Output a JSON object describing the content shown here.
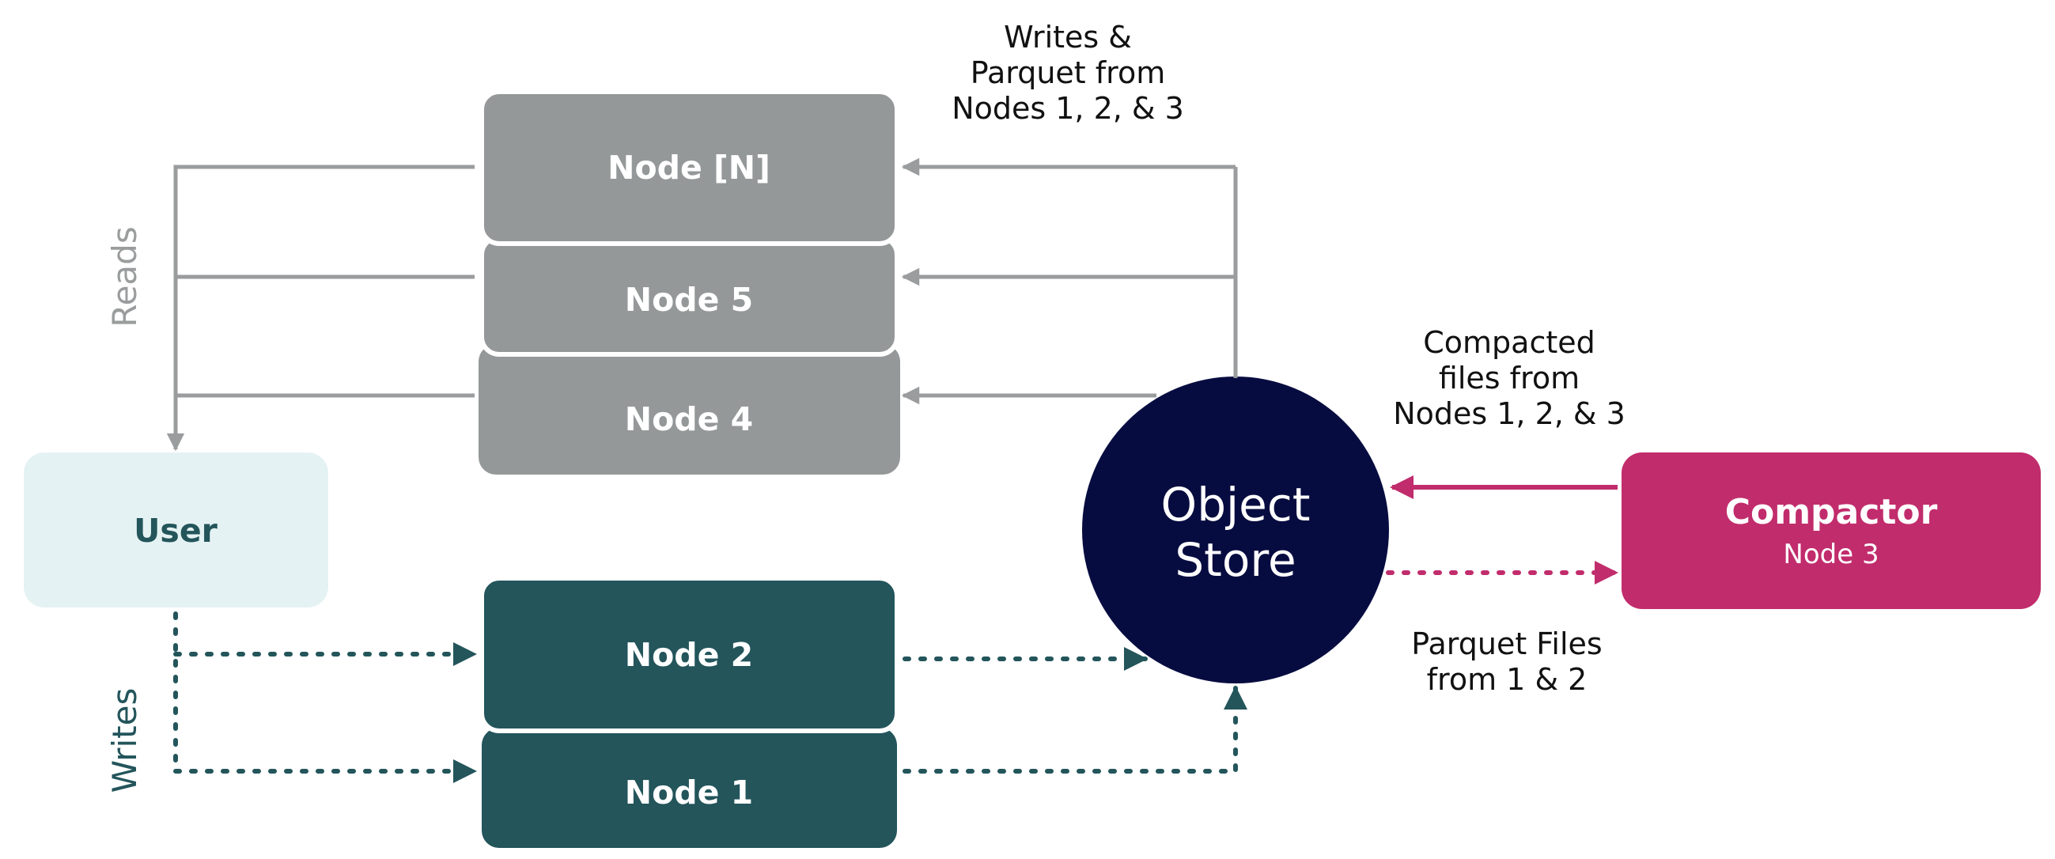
{
  "nodes": {
    "node_n": "Node [N]",
    "node_5": "Node 5",
    "node_4": "Node 4",
    "node_2": "Node 2",
    "node_1": "Node 1"
  },
  "user": {
    "label": "User"
  },
  "object_store": {
    "line1": "Object",
    "line2": "Store"
  },
  "compactor": {
    "title": "Compactor",
    "subtitle": "Node 3"
  },
  "annotations": {
    "writes_parquet": [
      "Writes &",
      "Parquet from",
      "Nodes 1, 2, & 3"
    ],
    "compacted_files": [
      "Compacted",
      "files from",
      "Nodes 1, 2, & 3"
    ],
    "parquet_files": [
      "Parquet Files",
      "from 1 & 2"
    ],
    "reads": "Reads",
    "writes": "Writes"
  },
  "colors": {
    "grey_node": "#959899",
    "grey_line": "#9a9c9d",
    "teal_node": "#23555b",
    "user_bg": "#e5f2f3",
    "store_bg": "#070c40",
    "magenta": "#c12c6c"
  }
}
